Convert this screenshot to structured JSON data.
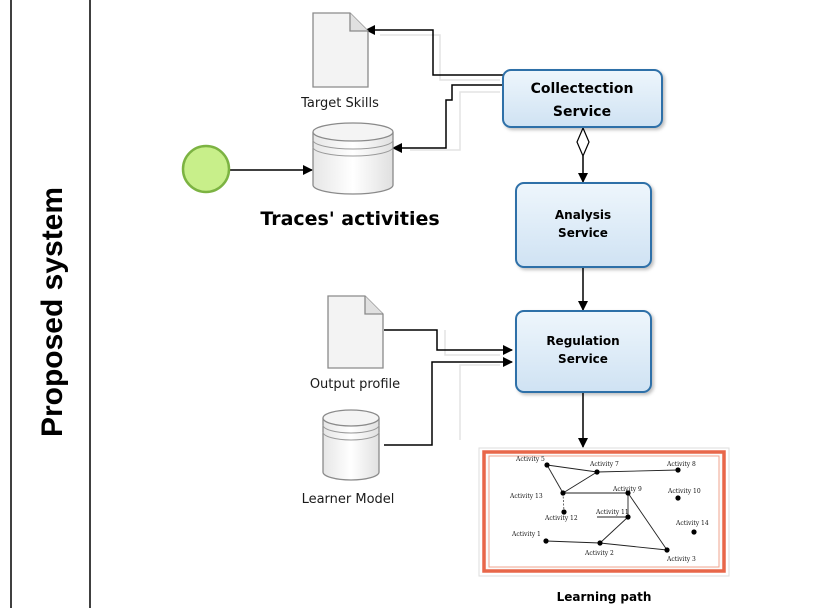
{
  "lane": {
    "title": "Proposed system"
  },
  "services": {
    "collection": {
      "line1": "Collectection",
      "line2": "Service"
    },
    "analysis": {
      "line1": "Analysis",
      "line2": "Service"
    },
    "regulation": {
      "line1": "Regulation",
      "line2": "Service"
    }
  },
  "artifacts": {
    "target_skills": "Target Skills",
    "traces": "Traces' activities",
    "output_profile": "Output profile",
    "learner_model": "Learner Model",
    "learning_path": "Learning path"
  },
  "learning_path_activities": {
    "a5": "Activity 5",
    "a7": "Activity 7",
    "a8": "Activity 8",
    "a9": "Activity 9",
    "a10": "Activity 10",
    "a13": "Activity 13",
    "a11": "Activity 11",
    "a12": "Activity 12",
    "a14": "Activity 14",
    "a1": "Activity 1",
    "a2": "Activity 2",
    "a3": "Activity 3"
  },
  "colors": {
    "service_fill": "#dcebf7",
    "service_border": "#2d6fa8",
    "start_event": "#c8ef8a",
    "start_event_border": "#7cb342",
    "learning_path_frame": "#e8674a"
  }
}
